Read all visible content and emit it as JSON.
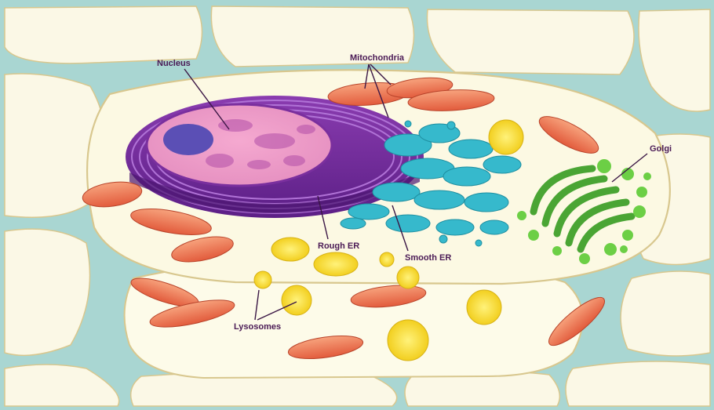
{
  "diagram": {
    "labels": {
      "nucleus": "Nucleus",
      "mitochondria": "Mitochondria",
      "golgi": "Golgi",
      "rough_er": "Rough ER",
      "smooth_er": "Smooth ER",
      "lysosomes": "Lysosomes"
    }
  }
}
